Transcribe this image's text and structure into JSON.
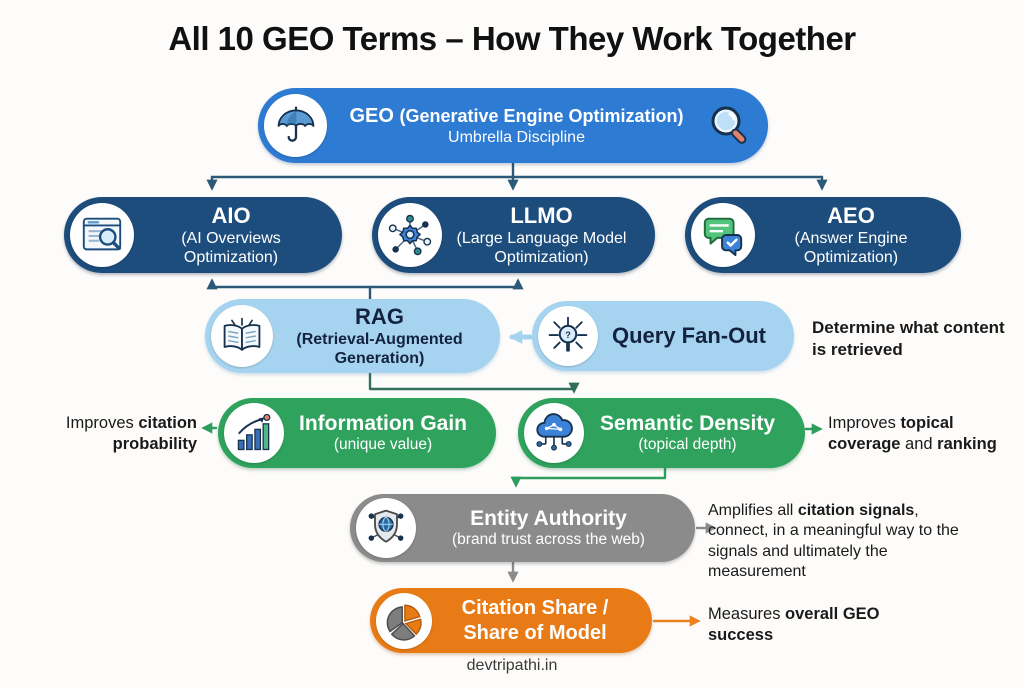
{
  "title": "All 10 GEO Terms – How They Work Together",
  "footer": "devtripathi.in",
  "colors": {
    "bg": "#fdfcfa",
    "title-text": "#111111",
    "geo-blue": "#2e7bd3",
    "navy": "#1d4d7c",
    "light-blue": "#a6d4f0",
    "green": "#2fa35d",
    "gray": "#8b8b8b",
    "orange": "#e97b17",
    "dark-text": "#13233f",
    "note-text": "#1a1a1a",
    "connector-navy": "#2d5979",
    "connector-light-blue": "#a6d4f0",
    "connector-dark-green": "#2f6f5a",
    "connector-green": "#2e9e5f",
    "connector-gray": "#8b8b8b",
    "connector-orange": "#e9821f"
  },
  "nodes": {
    "geo": {
      "abbr": "GEO",
      "full": "(Generative Engine Optimization)",
      "subtitle": "Umbrella Discipline",
      "icon": "umbrella-icon",
      "icon_right": "magnifier-icon"
    },
    "aio": {
      "abbr": "AIO",
      "sub": "(AI Overviews Optimization)",
      "icon": "browser-search-icon"
    },
    "llmo": {
      "abbr": "LLMO",
      "sub": "(Large Language Model Optimization)",
      "icon": "network-gear-icon"
    },
    "aeo": {
      "abbr": "AEO",
      "sub": "(Answer Engine Optimization)",
      "icon": "chat-bubbles-icon"
    },
    "rag": {
      "abbr": "RAG",
      "sub": "(Retrieval-Augmented Generation)",
      "icon": "open-book-icon"
    },
    "qfo": {
      "label": "Query Fan-Out",
      "icon": "fan-out-search-icon"
    },
    "infogain": {
      "label": "Information Gain",
      "sub": "(unique value)",
      "icon": "bar-chart-growth-icon"
    },
    "semantic": {
      "label": "Semantic Density",
      "sub": "(topical depth)",
      "icon": "cloud-network-icon"
    },
    "entity": {
      "label": "Entity Authority",
      "sub": "(brand trust across the web)",
      "icon": "shield-globe-icon"
    },
    "citation": {
      "line1": "Citation Share /",
      "line2": "Share of Model",
      "icon": "pie-chart-icon"
    }
  },
  "annotations": {
    "qfo_note": [
      {
        "t": "Determine what content is retrieved",
        "b": false
      }
    ],
    "infogain_note": [
      {
        "t": "Improves ",
        "b": false
      },
      {
        "t": "citation probability",
        "b": true
      }
    ],
    "semantic_note": [
      {
        "t": "Improves ",
        "b": false
      },
      {
        "t": "topical coverage",
        "b": true
      },
      {
        "t": " and ",
        "b": false
      },
      {
        "t": "ranking",
        "b": true
      }
    ],
    "entity_note": [
      {
        "t": "Amplifies all ",
        "b": false
      },
      {
        "t": "citation signals",
        "b": true
      },
      {
        "t": ", connect, in a meaningful way to the signals and ultimately the measurement",
        "b": false
      }
    ],
    "citation_note": [
      {
        "t": "Measures ",
        "b": false
      },
      {
        "t": "overall GEO success",
        "b": true
      }
    ]
  }
}
